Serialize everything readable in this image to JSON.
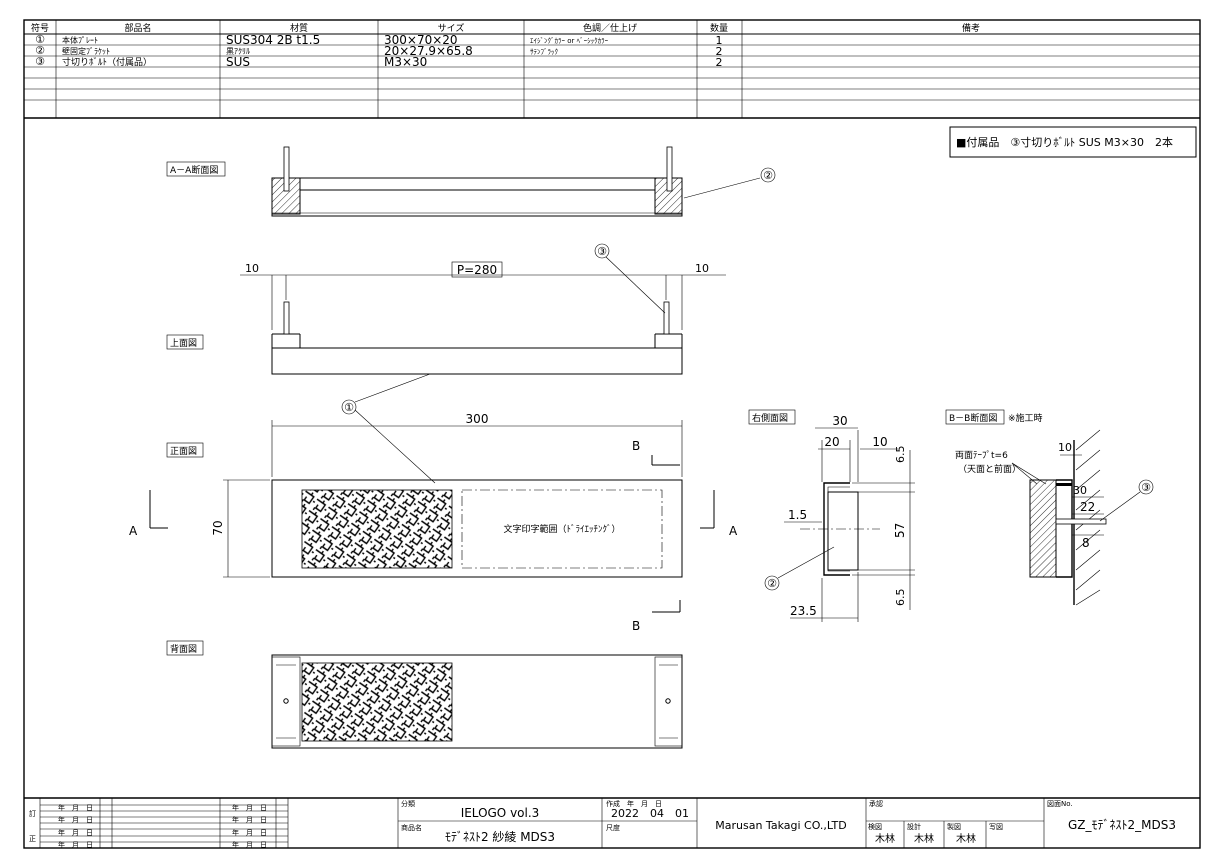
{
  "parts_table": {
    "headers": [
      "符号",
      "部品名",
      "材質",
      "サイズ",
      "色調／仕上げ",
      "数量",
      "備考"
    ],
    "rows": [
      {
        "symbol": "①",
        "name": "本体ﾌﾟﾚｰﾄ",
        "material": "SUS304 2B t1.5",
        "size": "300×70×20",
        "finish": "ｴｲｼﾞﾝｸﾞｶﾗｰ or ﾍﾞｰｼｯｸｶﾗｰ",
        "qty": "1",
        "note": ""
      },
      {
        "symbol": "②",
        "name": "壁固定ﾌﾞﾗｹｯﾄ",
        "material": "黒ｱｸﾘﾙ",
        "size": "20×27.9×65.8",
        "finish": "ｻﾃﾝﾌﾞﾗｯｸ",
        "qty": "2",
        "note": ""
      },
      {
        "symbol": "③",
        "name": "寸切りﾎﾞﾙﾄ（付属品）",
        "material": "SUS",
        "size": "M3×30",
        "finish": "",
        "qty": "2",
        "note": ""
      }
    ]
  },
  "accessory_note": "■付属品　③寸切りﾎﾞﾙﾄ SUS M3×30　2本",
  "views": {
    "section_aa": "A－A断面図",
    "top_view": "上面図",
    "front_view": "正面図",
    "back_view": "背面図",
    "right_view": "右側面図",
    "section_bb": "B－B断面図",
    "section_bb_note": "※施工時"
  },
  "callouts": {
    "c1": "①",
    "c2": "②",
    "c3": "③"
  },
  "dimensions": {
    "pitch": "P=280",
    "left_offset": "10",
    "right_offset": "10",
    "width": "300",
    "height": "70",
    "side_depth": "30",
    "side_20": "20",
    "side_10": "10",
    "side_6_5_top": "6.5",
    "side_57": "57",
    "side_6_5_bot": "6.5",
    "side_1_5": "1.5",
    "side_23_5": "23.5",
    "bb_10": "10",
    "bb_30": "30",
    "bb_22": "22",
    "bb_8": "8"
  },
  "section_marks": {
    "a_left": "A",
    "a_right": "A",
    "b_top": "B",
    "b_bottom": "B"
  },
  "print_area_label": "文字印字範囲（ﾄﾞﾗｲｴｯﾁﾝｸﾞ）",
  "tape_note_1": "両面ﾃｰﾌﾟt=6",
  "tape_note_2": "（天面と前面）",
  "title_block": {
    "rev_mark_1": "訂",
    "rev_mark_2": "正",
    "date_label": "年　月　日",
    "class_label": "分類",
    "class_value": "IELOGO vol.3",
    "part_label": "商品名",
    "part_value": "ﾓﾃﾞﾈｽﾄ2 紗綾 MDS3",
    "created_label": "作成　年　月　日",
    "created_value": "2022　04　01",
    "scale_label": "尺度",
    "company": "Marusan Takagi CO.,LTD",
    "approve_label": "承認",
    "check_label": "検図",
    "check_value": "木林",
    "design_label": "設計",
    "design_value": "木林",
    "draw_label": "製図",
    "draw_value": "木林",
    "trace_label": "写図",
    "drawing_no_label": "図面No.",
    "drawing_no": "GZ_ﾓﾃﾞﾈｽﾄ2_MDS3"
  }
}
